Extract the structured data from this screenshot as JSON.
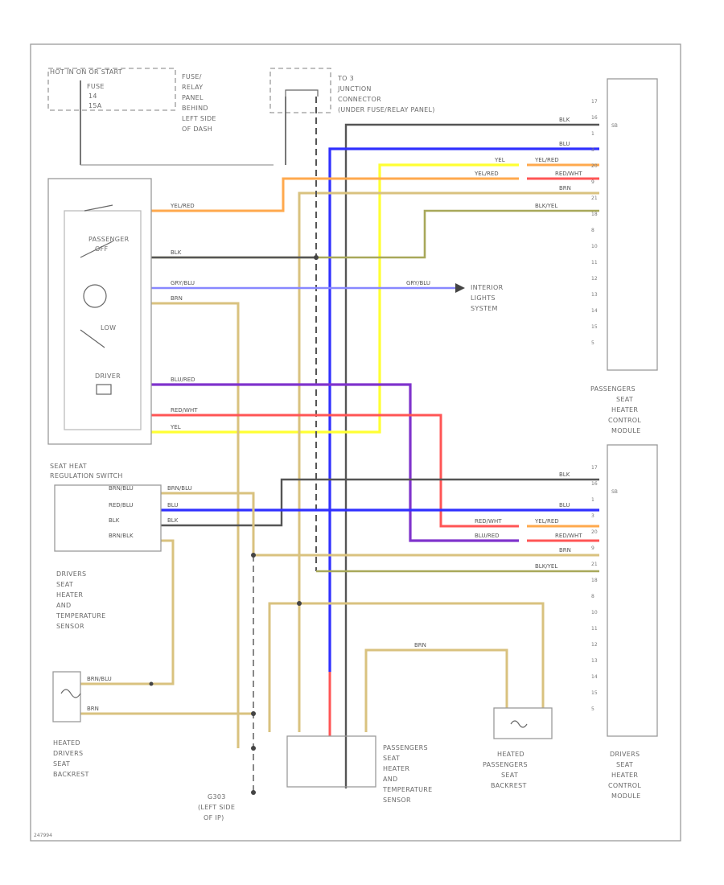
{
  "colors": {
    "blk": "#555555",
    "blu": "#3030ff",
    "yel": "#ffff33",
    "yel_red": "#ffa94d",
    "red_wht": "#ff5555",
    "brn": "#d9c27f",
    "blk_yel": "#a8a85a",
    "gry_blu": "#8888ff",
    "blu_red": "#7f33cc",
    "frame": "#9a9a9a"
  },
  "labels": {
    "hot": "HOT IN ON OR START",
    "fuse": [
      "FUSE",
      "14",
      "15A"
    ],
    "fuse_panel": [
      "FUSE/",
      "RELAY",
      "PANEL",
      "BEHIND",
      "LEFT SIDE",
      "OF DASH"
    ],
    "junction": [
      "TO 3",
      "JUNCTION",
      "CONNECTOR",
      "(UNDER FUSE/RELAY PANEL)"
    ],
    "passenger_off": [
      "PASSENGER",
      "OFF"
    ],
    "low": "LOW",
    "driver": "DRIVER",
    "interior": [
      "INTERIOR",
      "LIGHTS",
      "SYSTEM"
    ],
    "seat_heat_switch": [
      "SEAT HEAT",
      "REGULATION SWITCH"
    ],
    "driver_sensor": [
      "DRIVERS",
      "SEAT",
      "HEATER",
      "AND",
      "TEMPERATURE",
      "SENSOR"
    ],
    "heated_driver": [
      "HEATED",
      "DRIVERS",
      "SEAT",
      "BACKREST"
    ],
    "ground": [
      "G303",
      "(LEFT SIDE",
      "OF IP)"
    ],
    "passenger_sensor": [
      "PASSENGERS",
      "SEAT",
      "HEATER",
      "AND",
      "TEMPERATURE",
      "SENSOR"
    ],
    "heated_passenger": [
      "HEATED",
      "PASSENGERS",
      "SEAT",
      "BACKREST"
    ],
    "passenger_module": [
      "PASSENGERS",
      "SEAT",
      "HEATER",
      "CONTROL",
      "MODULE"
    ],
    "driver_module": [
      "DRIVERS",
      "SEAT",
      "HEATER",
      "CONTROL",
      "MODULE"
    ],
    "code": "247994"
  },
  "wires": {
    "blk": "BLK",
    "blu": "BLU",
    "yel": "YEL",
    "yel_red": "YEL/RED",
    "red_wht": "RED/WHT",
    "brn": "BRN",
    "blk_yel": "BLK/YEL",
    "gry_blu": "GRY/BLU",
    "blu_red": "BLU/RED",
    "brn_blu": "BRN/BLU",
    "red_blu": "RED/BLU",
    "brn_blk": "BRN/BLK"
  },
  "pins": {
    "module": [
      "17",
      "16",
      "1",
      "3",
      "20",
      "9",
      "21",
      "18",
      "8",
      "10",
      "11",
      "12",
      "13",
      "14",
      "15",
      "5"
    ],
    "mid": "SB"
  }
}
